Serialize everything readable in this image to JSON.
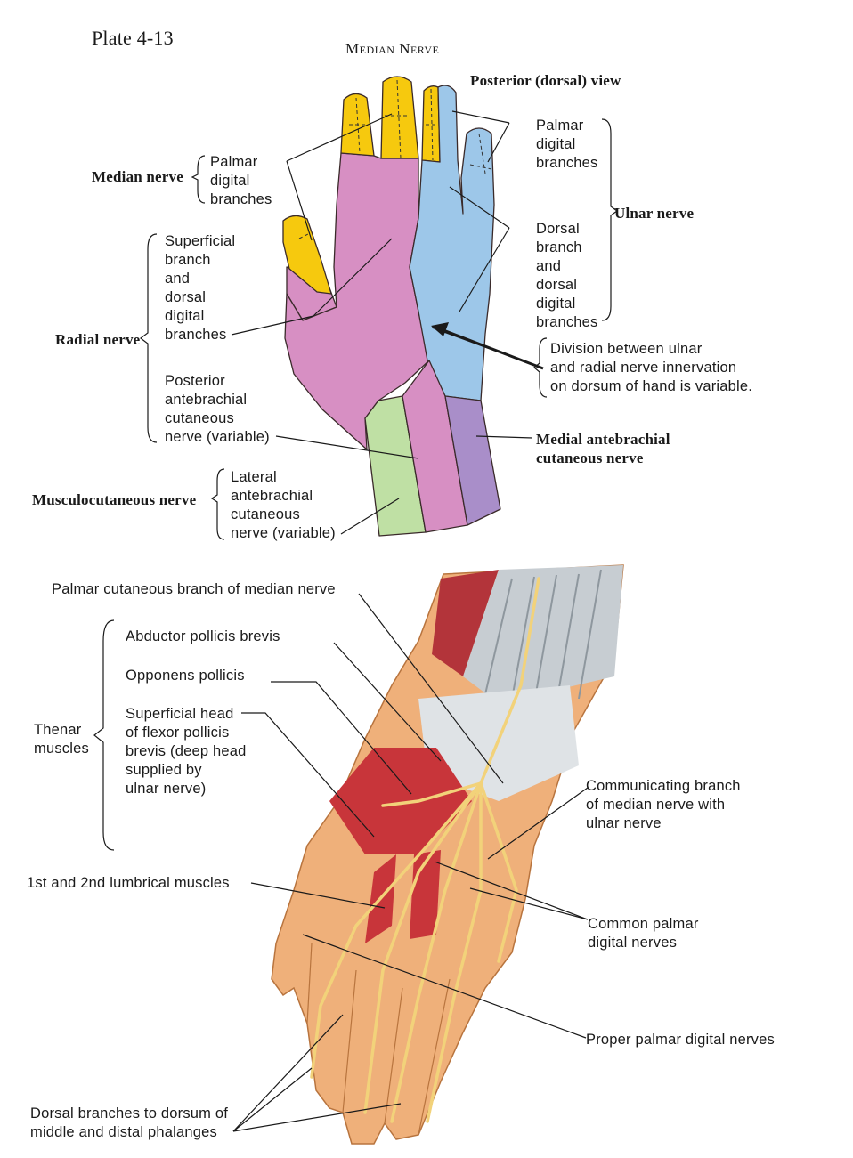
{
  "plate": "Plate 4-13",
  "title": "Median Nerve",
  "view": "Posterior (dorsal) view",
  "top": {
    "median_nerve": "Median nerve",
    "median_palmar": [
      "Palmar",
      "digital",
      "branches"
    ],
    "radial_nerve": "Radial nerve",
    "radial_superficial": [
      "Superficial",
      "branch",
      "and",
      "dorsal",
      "digital",
      "branches"
    ],
    "radial_posterior": [
      "Posterior",
      "antebrachial",
      "cutaneous",
      "nerve (variable)"
    ],
    "musculocutaneous_nerve": "Musculocutaneous nerve",
    "musculo_lateral": [
      "Lateral",
      "antebrachial",
      "cutaneous",
      "nerve (variable)"
    ],
    "ulnar_palmar": [
      "Palmar",
      "digital",
      "branches"
    ],
    "ulnar_dorsal": [
      "Dorsal",
      "branch",
      "and",
      "dorsal",
      "digital",
      "branches"
    ],
    "ulnar_nerve": "Ulnar nerve",
    "division_note": [
      "Division between ulnar",
      "and radial nerve innervation",
      "on dorsum of hand is variable."
    ],
    "medial_antebrachial": [
      "Medial antebrachial",
      "cutaneous nerve"
    ]
  },
  "bottom": {
    "palmar_cutaneous": "Palmar cutaneous branch of median nerve",
    "abductor": "Abductor pollicis brevis",
    "opponens": "Opponens pollicis",
    "superficial_head": [
      "Superficial head",
      "of flexor pollicis",
      "brevis (deep head",
      "supplied by",
      "ulnar nerve)"
    ],
    "thenar": [
      "Thenar",
      "muscles"
    ],
    "communicating": [
      "Communicating branch",
      "of median nerve with",
      "ulnar nerve"
    ],
    "lumbrical": "1st and 2nd lumbrical muscles",
    "common_palmar": [
      "Common palmar",
      "digital nerves"
    ],
    "proper_palmar": "Proper palmar digital nerves",
    "dorsal_branches": [
      "Dorsal branches to dorsum of",
      "middle and distal phalanges"
    ]
  },
  "colors": {
    "median": "#f6c90e",
    "radial": "#d78fc3",
    "ulnar": "#9dc7e9",
    "musculocutaneous": "#bfe0a4",
    "medial_antebrachial": "#a98ec9",
    "skin": "#efb07a",
    "muscle": "#c8353a",
    "nerve": "#f2d27a"
  }
}
